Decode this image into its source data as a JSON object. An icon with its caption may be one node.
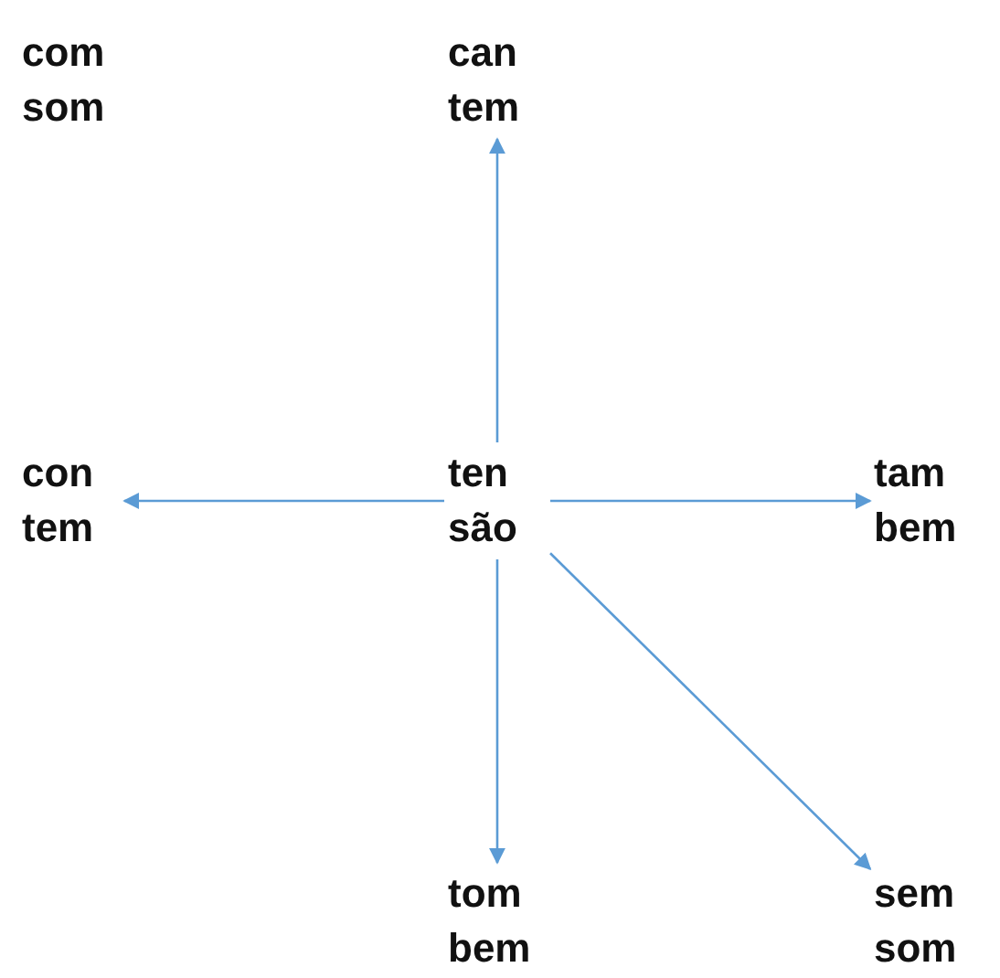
{
  "diagram": {
    "nodes": [
      {
        "text": [
          "can tem"
        ]
      },
      {
        "text": [
          "con tem"
        ]
      },
      {
        "text": [
          "ten são"
        ]
      },
      {
        "text": [
          "tam bem"
        ]
      },
      {
        "text": [
          "tom bem"
        ]
      },
      {
        "text": [
          "sem som"
        ]
      }
    ],
    "edges": [
      {
        "from": 2,
        "to": 0,
        "arrow": "to"
      },
      {
        "from": 2,
        "to": 1,
        "arrow": "to"
      },
      {
        "from": 2,
        "to": 3,
        "arrow": "to"
      },
      {
        "from": 2,
        "to": 4,
        "arrow": "to"
      },
      {
        "from": 2,
        "to": 5,
        "arrow": "to"
      }
    ],
    "labels": [
      "com som"
    ]
  }
}
